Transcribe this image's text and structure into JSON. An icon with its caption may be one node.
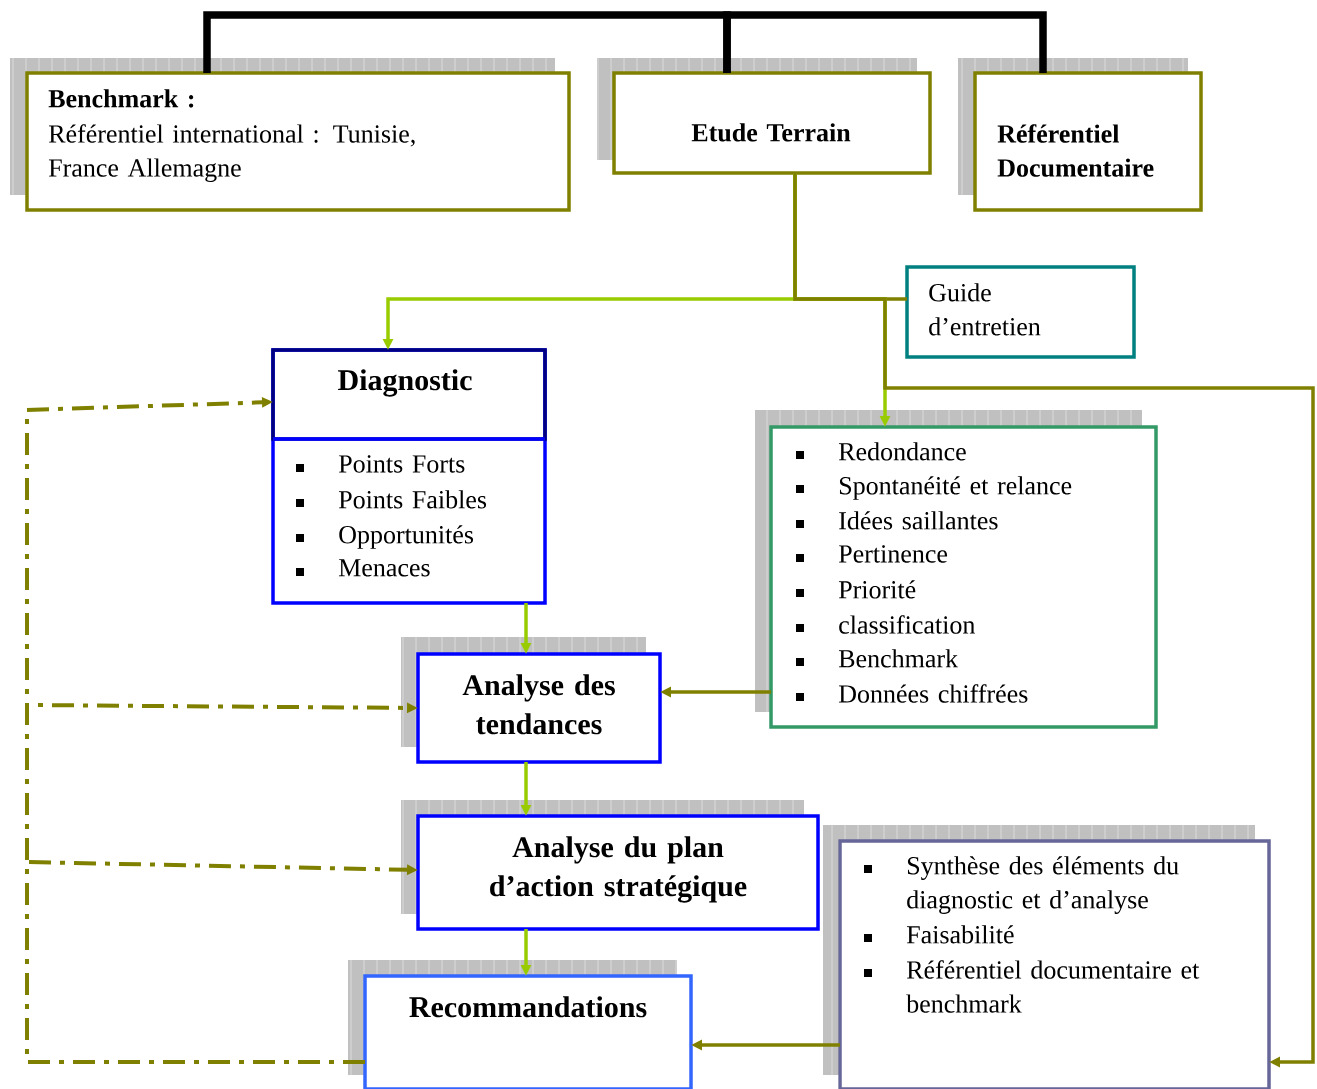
{
  "diagram": {
    "nodes": [
      {
        "text": [
          "Benchmark :",
          "Référentiel international : Tunisie, France Allemagne"
        ]
      },
      {
        "text": [
          "Etude Terrain"
        ]
      },
      {
        "text": [
          "Référentiel Documentaire"
        ]
      },
      {
        "text": [
          "Guide d’entretien"
        ]
      },
      {
        "text": [
          "Diagnostic",
          "Points Forts",
          "Points Faibles",
          "Opportunités",
          "Menaces"
        ]
      },
      {
        "text": [
          "Redondance",
          "Spontanéité et relance",
          "Idées saillantes",
          "Pertinence",
          "Priorité",
          "classification",
          "Benchmark",
          "Données chiffrées"
        ]
      },
      {
        "text": [
          "Analyse des tendances"
        ]
      },
      {
        "text": [
          "Analyse du plan d’action stratégique"
        ]
      },
      {
        "text": [
          "Recommandations"
        ]
      },
      {
        "text": [
          "Synthèse des éléments du diagnostic et d’analyse",
          "Faisabilité",
          "Référentiel documentaire et benchmark"
        ]
      }
    ],
    "edges": [
      {
        "from": 0,
        "to": 1,
        "arrow": "none",
        "style": "thick",
        "color": "#000000"
      },
      {
        "from": 1,
        "to": 2,
        "arrow": "none",
        "style": "thick",
        "color": "#000000"
      },
      {
        "from": 1,
        "to": 3,
        "arrow": "none"
      },
      {
        "from": 1,
        "to": 4,
        "arrow": "to",
        "color": "#99cc00"
      },
      {
        "from": 1,
        "to": 5,
        "arrow": "to",
        "color": "#99cc00"
      },
      {
        "from": 1,
        "to": 9,
        "arrow": "to"
      },
      {
        "from": 4,
        "to": 6,
        "arrow": "to",
        "color": "#99cc00"
      },
      {
        "from": 5,
        "to": 6,
        "arrow": "to"
      },
      {
        "from": 6,
        "to": 7,
        "arrow": "to",
        "color": "#99cc00"
      },
      {
        "from": 7,
        "to": 8,
        "arrow": "to",
        "color": "#99cc00"
      },
      {
        "from": 9,
        "to": 8,
        "arrow": "to"
      },
      {
        "from": 8,
        "to": 4,
        "arrow": "to",
        "style": "dashed"
      },
      {
        "from": 8,
        "to": 6,
        "arrow": "to",
        "style": "dashed"
      },
      {
        "from": 8,
        "to": 7,
        "arrow": "to",
        "style": "dashed"
      }
    ]
  }
}
